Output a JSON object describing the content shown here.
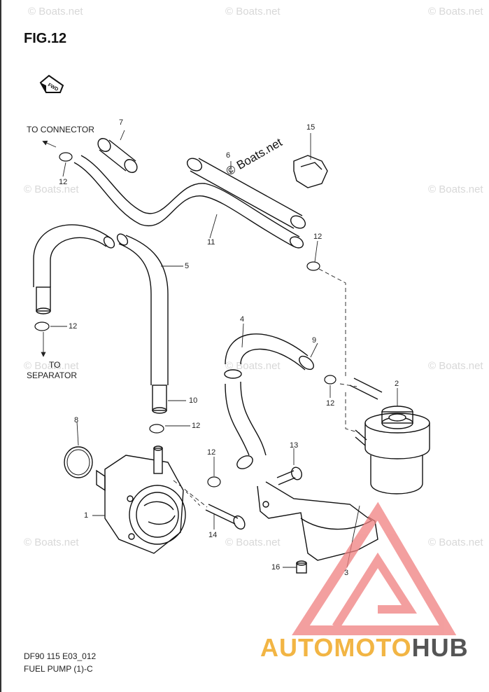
{
  "figure": {
    "title": "FIG.12",
    "code": "DF90 115 E03_012",
    "name": "FUEL PUMP (1)-C",
    "fwd_label": "FWD"
  },
  "destinations": {
    "connector": "TO CONNECTOR",
    "separator_line1": "TO",
    "separator_line2": "SEPARATOR"
  },
  "callouts": {
    "c1": "1",
    "c2": "2",
    "c3": "3",
    "c4": "4",
    "c5": "5",
    "c6": "6",
    "c7": "7",
    "c8": "8",
    "c9": "9",
    "c10": "10",
    "c11": "11",
    "c12a": "12",
    "c12b": "12",
    "c12c": "12",
    "c12d": "12",
    "c12e": "12",
    "c12f": "12",
    "c13": "13",
    "c14": "14",
    "c15": "15",
    "c16": "16"
  },
  "watermark": {
    "text": "© Boats.net",
    "main_text": "© Boats.net"
  },
  "logo": {
    "part1": "AUTOMOTO",
    "part2": "HUB",
    "triangle_color": "#f08080",
    "text_color_1": "#f2b544",
    "text_color_2": "#555555"
  }
}
